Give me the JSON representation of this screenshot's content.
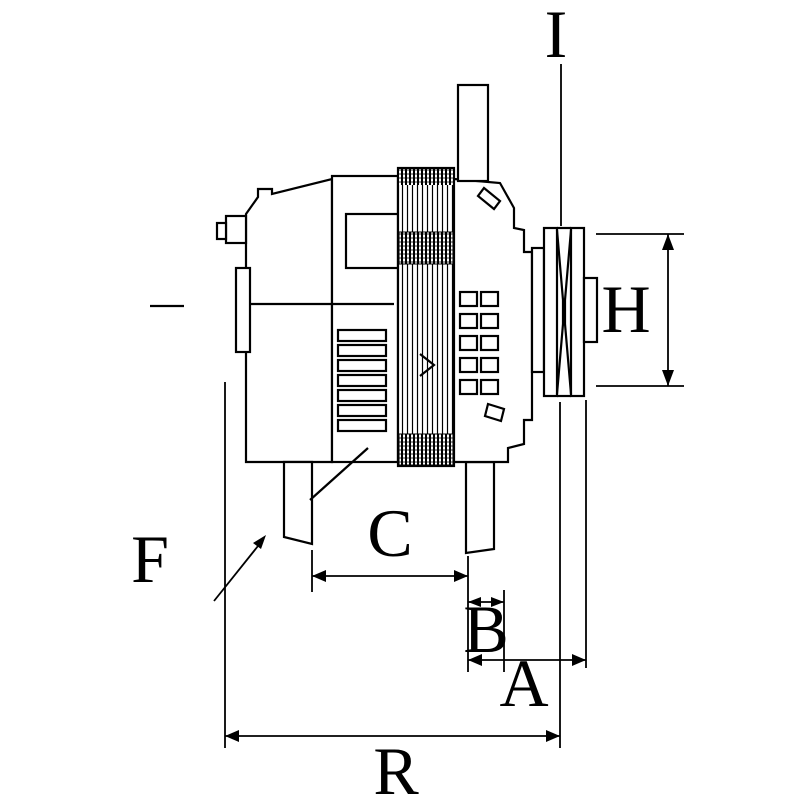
{
  "colors": {
    "background": "#ffffff",
    "line": "#000000"
  },
  "diagram": {
    "type": "technical-dimension-drawing",
    "subject": "Alternator side view with belt pulley and dimension callouts",
    "labels": {
      "I": "I",
      "H": "H",
      "F": "F",
      "C": "C",
      "B": "B",
      "A": "A",
      "R": "R"
    }
  }
}
